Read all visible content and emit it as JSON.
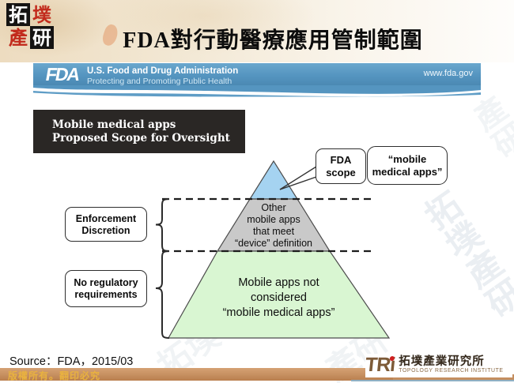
{
  "slide": {
    "title": "FDA對行動醫療應用管制範圍"
  },
  "corner_logo": {
    "char_tl": "拓",
    "char_tr": "墣",
    "char_bl": "產",
    "char_br": "研"
  },
  "fda_banner": {
    "logo": "FDA",
    "org": "U.S. Food and Drug Administration",
    "tagline": "Protecting and Promoting Public Health",
    "url": "www.fda.gov",
    "bg_color": "#5595c0"
  },
  "scope_header": {
    "line1": "Mobile medical apps",
    "line2": "Proposed Scope for Oversight",
    "bg_color": "#2a2725"
  },
  "pyramid": {
    "top_color": "#a5d3f1",
    "middle_color": "#c9c9c9",
    "bottom_color": "#d9f6d2",
    "middle_lines": [
      "Other",
      "mobile apps",
      "that meet",
      "“device” definition"
    ],
    "bottom_lines": [
      "Mobile apps not",
      "considered",
      "“mobile medical apps”"
    ]
  },
  "callouts": {
    "fda_scope": {
      "line1": "FDA",
      "line2": "scope"
    },
    "mobile_medical_apps": {
      "line1": "“mobile",
      "line2": "medical apps”"
    }
  },
  "left_labels": {
    "enforcement": {
      "line1": "Enforcement",
      "line2": "Discretion"
    },
    "no_regulatory": {
      "line1": "No regulatory",
      "line2": "requirements"
    }
  },
  "source": {
    "text": "Source：FDA，2015/03"
  },
  "footer": {
    "copyright": "版權所有。翻印必究",
    "bar_color": "#c48e5f",
    "tri_logo": {
      "logotype": "TRi",
      "cn_name": "拓墣產業研究所",
      "en_name": "TOPOLOGY RESEARCH INSTITUTE"
    }
  },
  "watermark": {
    "text": "拓墣產研",
    "pair1": "拓墣",
    "pair2": "產研"
  }
}
